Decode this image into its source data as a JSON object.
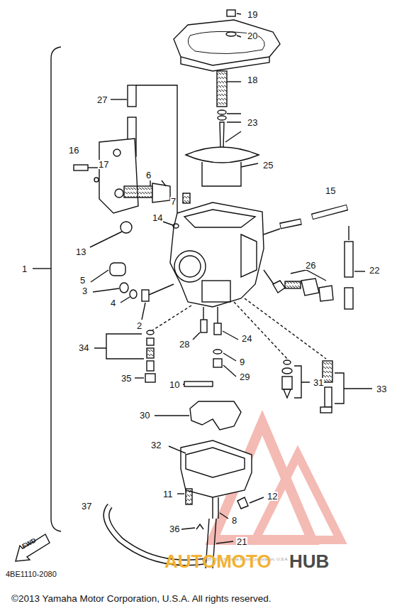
{
  "diagram": {
    "labels": [
      "19",
      "20",
      "18",
      "27",
      "23",
      "16",
      "17",
      "6",
      "25",
      "7",
      "14",
      "15",
      "13",
      "1",
      "5",
      "3",
      "4",
      "2",
      "26",
      "22",
      "28",
      "24",
      "34",
      "9",
      "29",
      "31",
      "33",
      "35",
      "10",
      "30",
      "32",
      "11",
      "12",
      "37",
      "8",
      "36",
      "21",
      "FWD",
      "4BE1110-2080",
      "©2005-2013 Yamaha Motor Corporation, U.S.A.",
      "AUTOMOTO",
      "HUB",
      "©2013 Yamaha Motor Corporation, U.S.A. All rights reserved."
    ]
  }
}
